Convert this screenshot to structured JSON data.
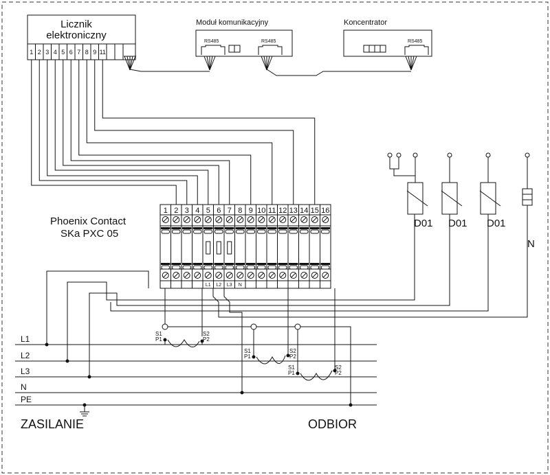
{
  "meter": {
    "title_line1": "Licznik",
    "title_line2": "elektroniczny",
    "terminals": [
      "1",
      "2",
      "3",
      "4",
      "5",
      "6",
      "7",
      "8",
      "9",
      "11"
    ]
  },
  "comm_module": {
    "title": "Moduł komunikacyjny",
    "port1": "RS485",
    "port2": "RS485"
  },
  "concentrator": {
    "title": "Koncentrator",
    "port": "RS485"
  },
  "terminal_block": {
    "maker": "Phoenix Contact",
    "model": "SKa PXC  05",
    "numbers": [
      "1",
      "2",
      "3",
      "4",
      "5",
      "6",
      "7",
      "8",
      "9",
      "10",
      "11",
      "12",
      "13",
      "14",
      "15",
      "16"
    ],
    "bottom_labels": [
      "L1",
      "L2",
      "L3",
      "N"
    ]
  },
  "surge": {
    "labels": [
      "D01",
      "D01",
      "D01"
    ],
    "n_label": "N"
  },
  "ct": {
    "s1": "S1",
    "p1": "P1",
    "s2": "S2",
    "p2": "P2"
  },
  "bus": {
    "lines": [
      "L1",
      "L2",
      "L3",
      "N",
      "PE"
    ]
  },
  "footer": {
    "left": "ZASILANIE",
    "right": "ODBIOR"
  }
}
